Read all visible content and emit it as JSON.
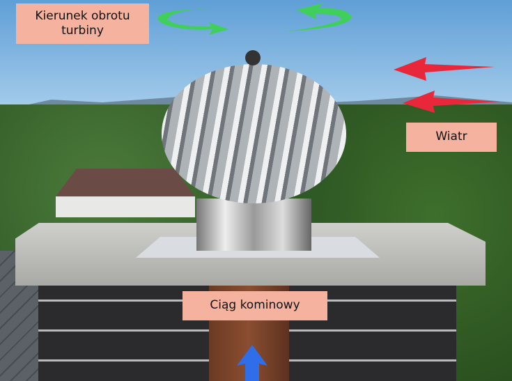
{
  "labels": {
    "rotation": "Kierunek obrotu turbiny",
    "wind": "Wiatr",
    "draft": "Ciąg kominowy"
  },
  "colors": {
    "label_bg": "#f5b29e",
    "rotation_arrow": "#3fcf5a",
    "wind_arrow": "#e8283a",
    "draft_arrow": "#2f6ee8"
  }
}
